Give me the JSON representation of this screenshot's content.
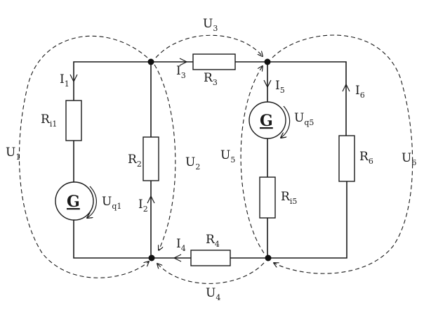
{
  "labels": {
    "U1": {
      "main": "U",
      "sub": "1"
    },
    "U2": {
      "main": "U",
      "sub": "2"
    },
    "U3": {
      "main": "U",
      "sub": "3"
    },
    "U4": {
      "main": "U",
      "sub": "4"
    },
    "U5": {
      "main": "U",
      "sub": "5"
    },
    "U6": {
      "main": "U",
      "sub": "6"
    },
    "I1": {
      "main": "I",
      "sub": "1"
    },
    "I2": {
      "main": "I",
      "sub": "2"
    },
    "I3": {
      "main": "I",
      "sub": "3"
    },
    "I4": {
      "main": "I",
      "sub": "4"
    },
    "I5": {
      "main": "I",
      "sub": "5"
    },
    "I6": {
      "main": "I",
      "sub": "6"
    },
    "R2": {
      "main": "R",
      "sub": "2"
    },
    "R3": {
      "main": "R",
      "sub": "3"
    },
    "R4": {
      "main": "R",
      "sub": "4"
    },
    "R6": {
      "main": "R",
      "sub": "6"
    },
    "Ri1": {
      "main": "R",
      "sub": "i1"
    },
    "Ri5": {
      "main": "R",
      "sub": "i5"
    },
    "Uq1": {
      "main": "U",
      "sub": "q1"
    },
    "Uq5": {
      "main": "U",
      "sub": "q5"
    }
  },
  "generators": {
    "G1": "G",
    "G5": "G"
  }
}
